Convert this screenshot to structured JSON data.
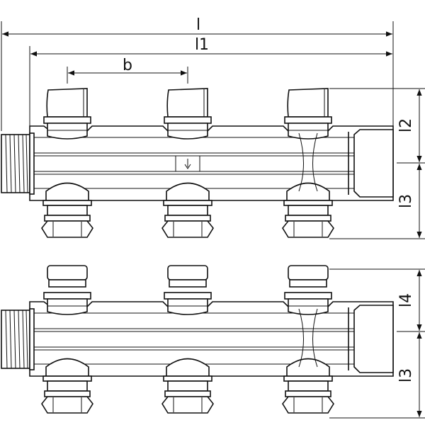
{
  "title": "Manifold dimension drawing",
  "dimensions": {
    "l": "l",
    "l1": "l1",
    "b": "b",
    "l2": "l2",
    "l3_top": "l3",
    "l4": "l4",
    "l3_bottom": "l3"
  },
  "manifolds": [
    {
      "name": "manifold-with-valve-caps",
      "outlets": 3,
      "cap_style": "valve"
    },
    {
      "name": "manifold-with-flow-meters",
      "outlets": 3,
      "cap_style": "round"
    }
  ],
  "colors": {
    "line": "#111111",
    "background": "#ffffff"
  }
}
